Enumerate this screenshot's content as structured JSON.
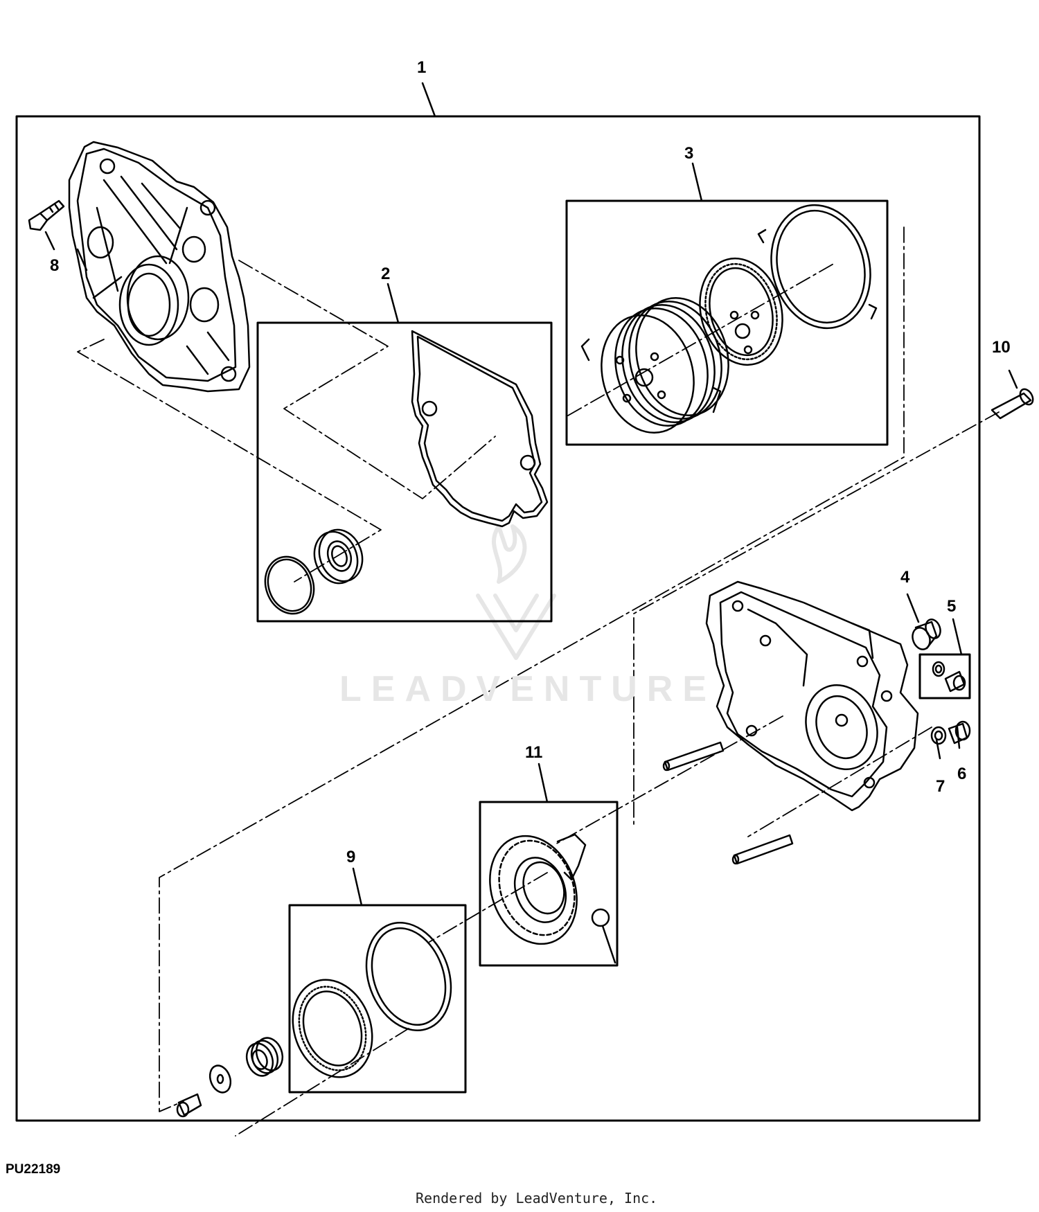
{
  "diagram": {
    "callouts": [
      {
        "id": "1",
        "label": "1"
      },
      {
        "id": "2",
        "label": "2"
      },
      {
        "id": "3",
        "label": "3"
      },
      {
        "id": "4",
        "label": "4"
      },
      {
        "id": "5",
        "label": "5"
      },
      {
        "id": "6",
        "label": "6"
      },
      {
        "id": "7",
        "label": "7"
      },
      {
        "id": "8",
        "label": "8"
      },
      {
        "id": "9",
        "label": "9"
      },
      {
        "id": "10",
        "label": "10"
      },
      {
        "id": "11",
        "label": "11"
      }
    ]
  },
  "watermark": {
    "text": "LEADVENTURE"
  },
  "footer": {
    "code": "PU22189",
    "credit": "Rendered by LeadVenture, Inc."
  }
}
